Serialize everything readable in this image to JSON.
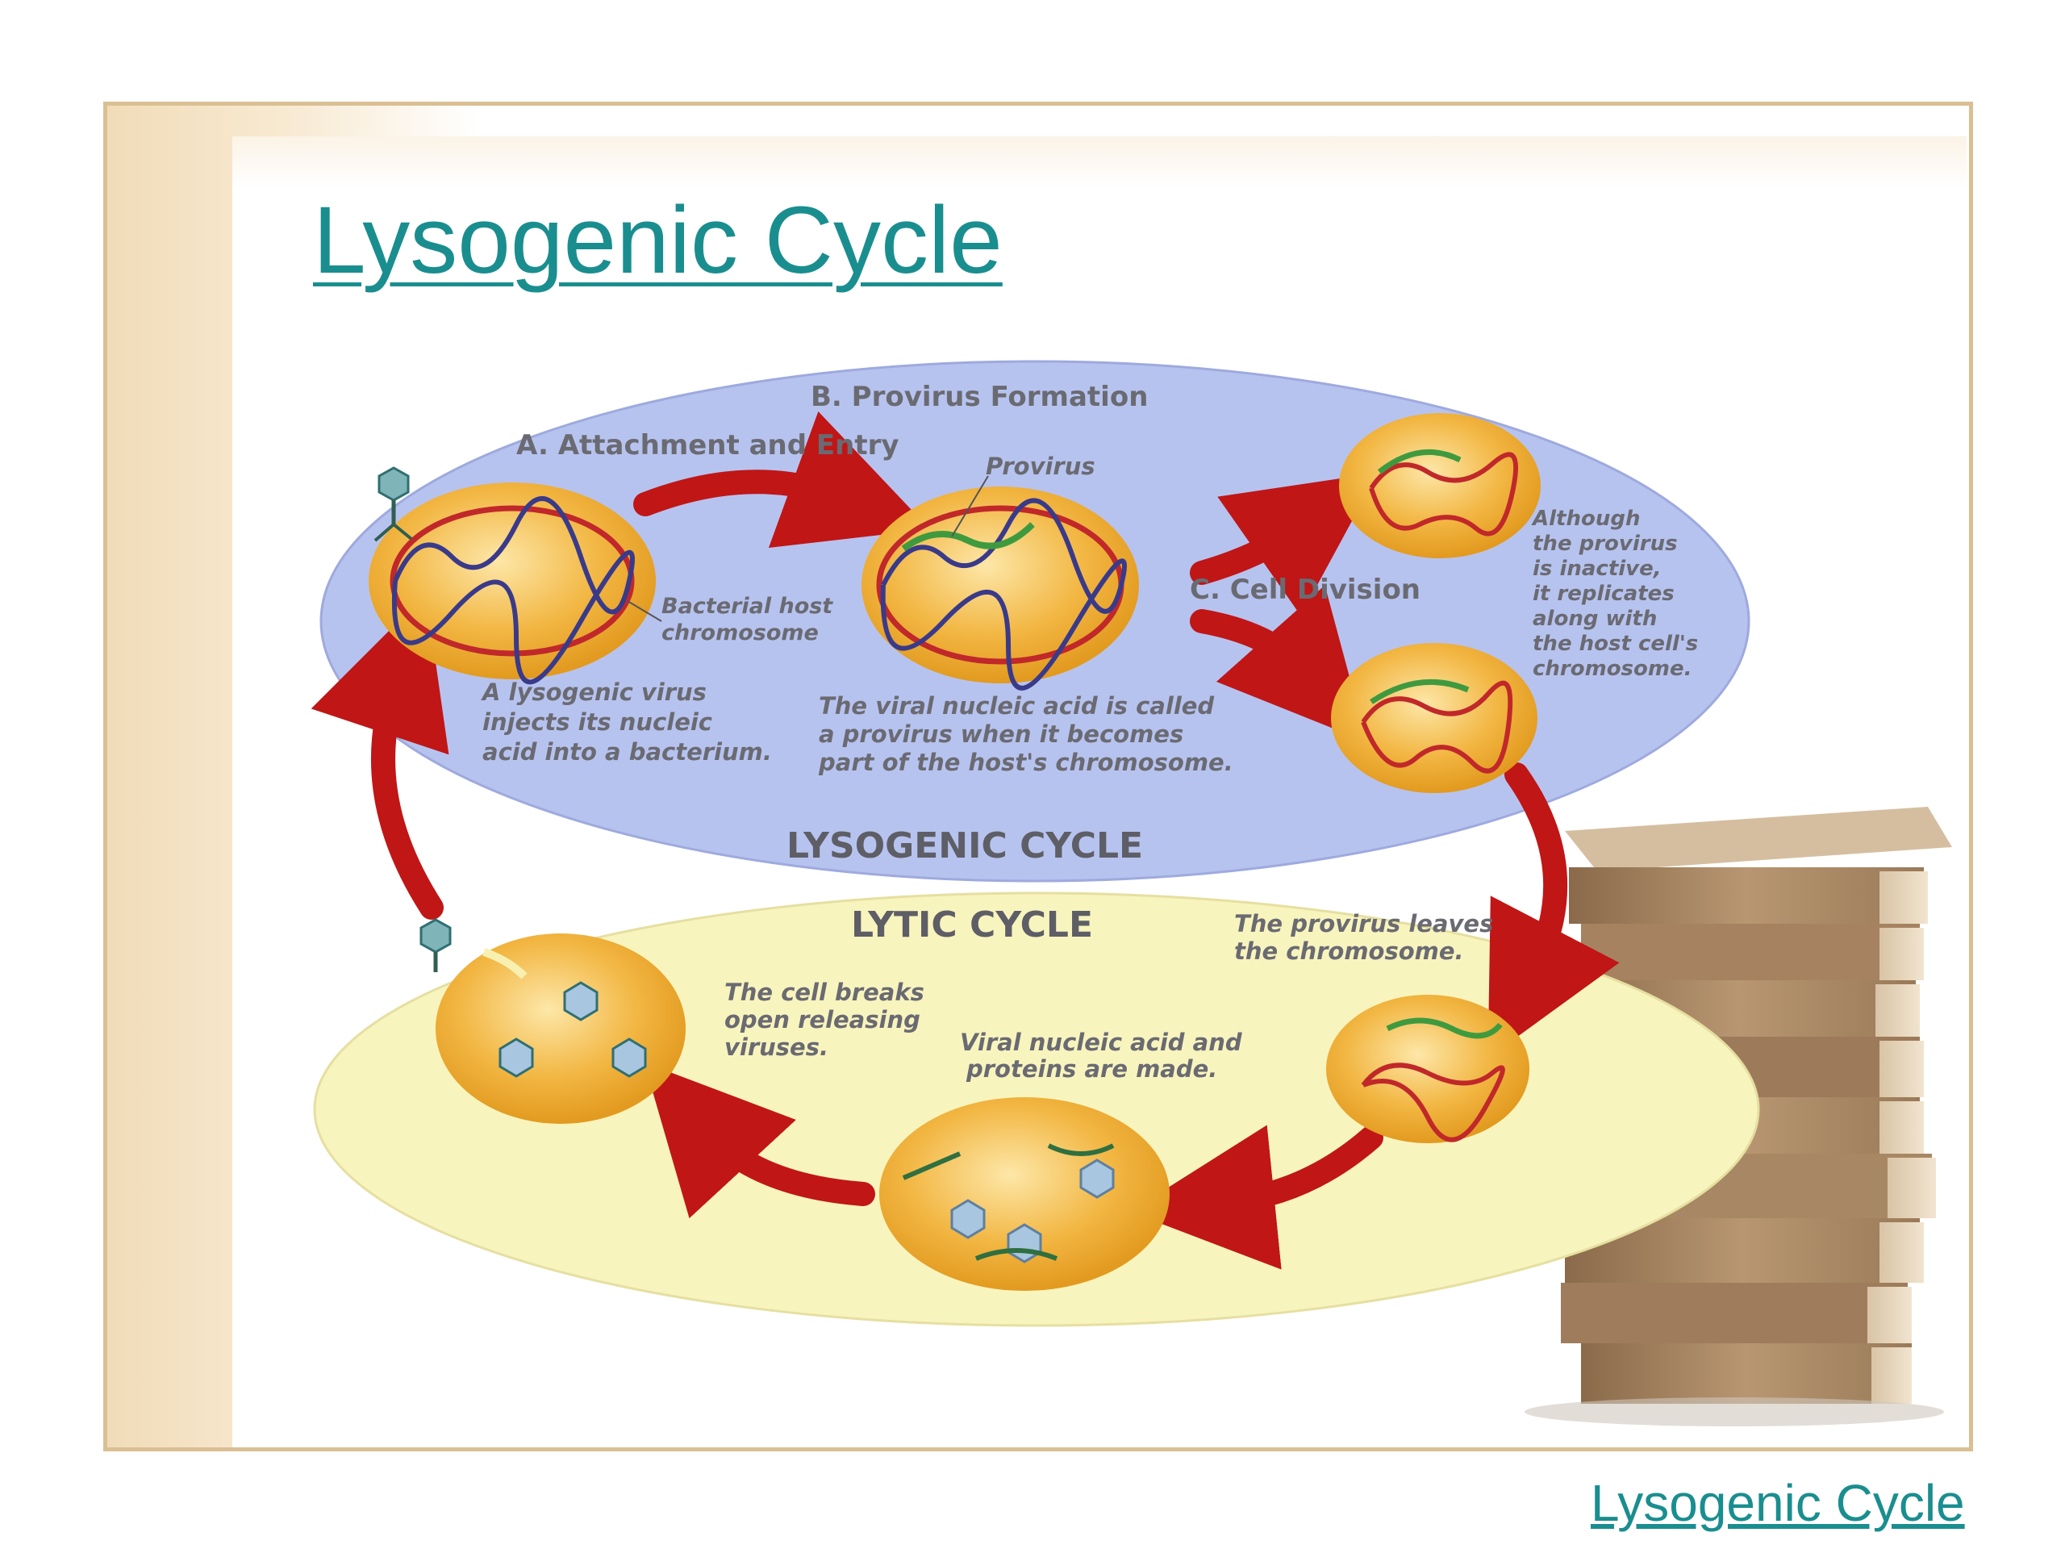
{
  "slide": {
    "title": "Lysogenic Cycle",
    "footer_link": "Lysogenic Cycle"
  },
  "diagram": {
    "lysogenic_label": "LYSOGENIC CYCLE",
    "lytic_label": "LYTIC CYCLE",
    "step_a": "A. Attachment and Entry",
    "step_b": "B. Provirus Formation",
    "step_c": "C. Cell Division",
    "provirus_label": "Provirus",
    "bacterial_host_line1": "Bacterial host",
    "bacterial_host_line2": "chromosome",
    "inject_text": [
      "A lysogenic virus",
      "injects its nucleic",
      "acid into a bacterium."
    ],
    "provirus_text": [
      "The viral nucleic acid is called",
      "a provirus when it becomes",
      "part of the host's chromosome."
    ],
    "replicate_text": [
      "Although",
      "the provirus",
      "is inactive,",
      "it replicates",
      "along with",
      "the host cell's",
      "chromosome."
    ],
    "leaves_text": [
      "The provirus leaves",
      "the chromosome."
    ],
    "made_text": [
      "Viral nucleic acid and",
      "proteins are made."
    ],
    "breaks_text": [
      "The cell breaks",
      "open releasing",
      "viruses."
    ]
  },
  "colors": {
    "title_teal": "#1a8e8f",
    "lysogenic_oval": "#b7c3ef",
    "lytic_oval": "#f8f4be",
    "cell_fill": "#eba42a",
    "arrow_red": "#c01616"
  }
}
